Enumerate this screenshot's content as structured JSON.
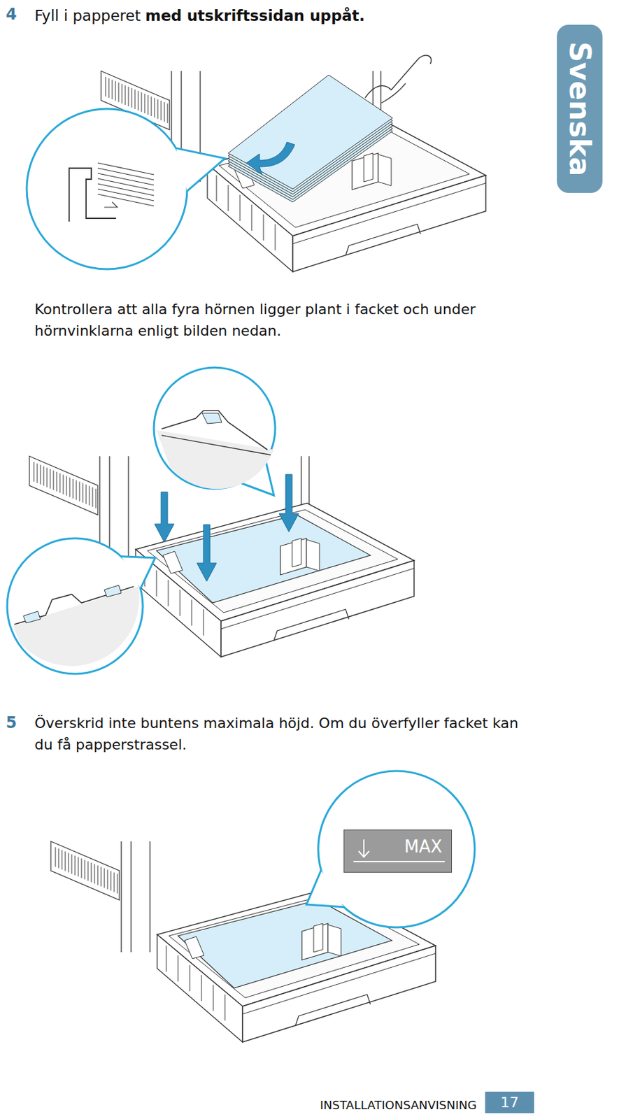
{
  "diagram": {
    "nodes": [
      {
        "text": [
          "Svenska"
        ]
      },
      {
        "text": [
          "MAX"
        ]
      },
      {
        "text": [
          "17"
        ]
      }
    ],
    "labels": [
      "4",
      "Fyll i papperet",
      "med utskriftssidan uppåt.",
      "Kontrollera att alla fyra hörnen ligger plant i facket och under hörnvinklarna enligt bilden nedan.",
      "5",
      "Överskrid inte buntens maximala höjd. Om du överfyller facket kan du få papperstrassel.",
      "INSTALLATIONSANVISNING"
    ]
  }
}
